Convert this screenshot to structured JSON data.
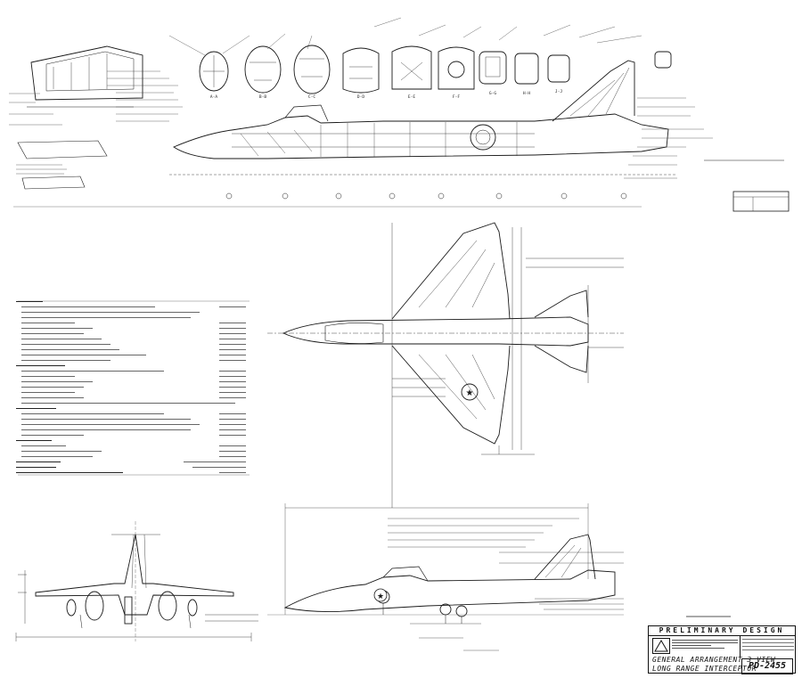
{
  "drawing": {
    "title_block": {
      "header": "PRELIMINARY DESIGN",
      "line1": "GENERAL ARRANGEMENT 3 VIEW",
      "line2": "LONG RANGE INTERCEPTOR",
      "drawing_number": "PD-2455"
    },
    "section_labels": [
      "A-A",
      "B-B",
      "C-C",
      "D-D",
      "E-E",
      "F-F",
      "G-G",
      "H-H",
      "J-J"
    ],
    "insignia_star": "★"
  },
  "colors": {
    "ink": "#1a1a1a",
    "paper": "#ffffff",
    "faint": "#8a8a8a"
  },
  "icons": [
    "roundel-icon",
    "logo-icon"
  ]
}
